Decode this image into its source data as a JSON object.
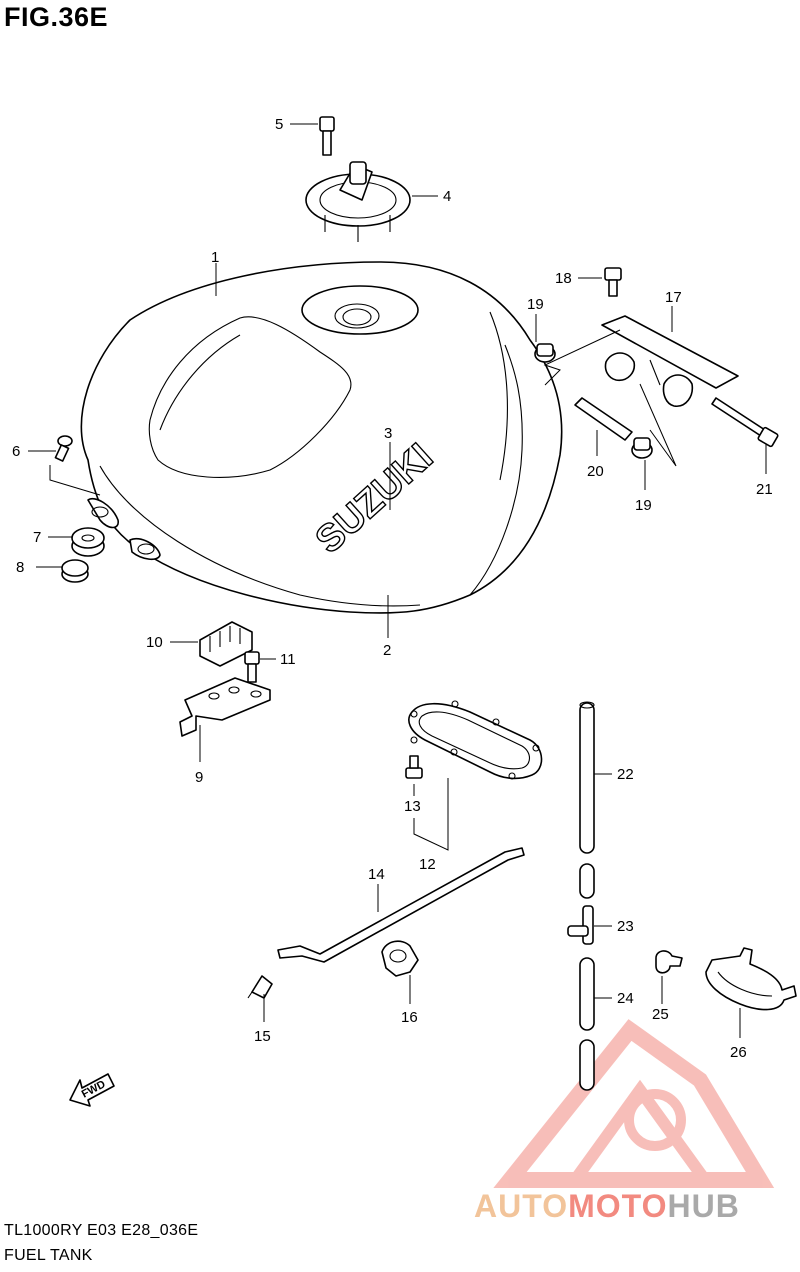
{
  "figure": {
    "title": "FIG.36E",
    "model_code": "TL1000RY E03 E28_036E",
    "name": "FUEL TANK",
    "tank_brand": "SUZUKI",
    "fwd_label": "FWD"
  },
  "callouts": [
    {
      "num": "1",
      "part": "fuel-tank"
    },
    {
      "num": "2",
      "part": "tank-emblem-lower"
    },
    {
      "num": "3",
      "part": "suzuki-emblem"
    },
    {
      "num": "4",
      "part": "fuel-cap"
    },
    {
      "num": "5",
      "part": "cap-bolt"
    },
    {
      "num": "6",
      "part": "tank-screw"
    },
    {
      "num": "7",
      "part": "grommet"
    },
    {
      "num": "8",
      "part": "rubber-cushion"
    },
    {
      "num": "9",
      "part": "bracket"
    },
    {
      "num": "10",
      "part": "connector"
    },
    {
      "num": "11",
      "part": "bracket-bolt"
    },
    {
      "num": "12",
      "part": "fuel-pump-gasket"
    },
    {
      "num": "13",
      "part": "gasket-bolt"
    },
    {
      "num": "14",
      "part": "support-rod"
    },
    {
      "num": "15",
      "part": "rod-cap"
    },
    {
      "num": "16",
      "part": "hose-clamp"
    },
    {
      "num": "17",
      "part": "hinge-bracket"
    },
    {
      "num": "18",
      "part": "hinge-bolt"
    },
    {
      "num": "19",
      "part": "collar"
    },
    {
      "num": "20",
      "part": "pin"
    },
    {
      "num": "21",
      "part": "long-bolt"
    },
    {
      "num": "22",
      "part": "breather-hose"
    },
    {
      "num": "23",
      "part": "t-joint"
    },
    {
      "num": "24",
      "part": "drain-hose"
    },
    {
      "num": "25",
      "part": "small-clamp"
    },
    {
      "num": "26",
      "part": "clamp-band"
    }
  ],
  "logo": {
    "part1": "AUTO",
    "part2": "MOTO",
    "part3": "HUB",
    "colors": {
      "auto": "#f2c49a",
      "moto": "#f28a80",
      "hub": "#a9a9a9"
    }
  }
}
